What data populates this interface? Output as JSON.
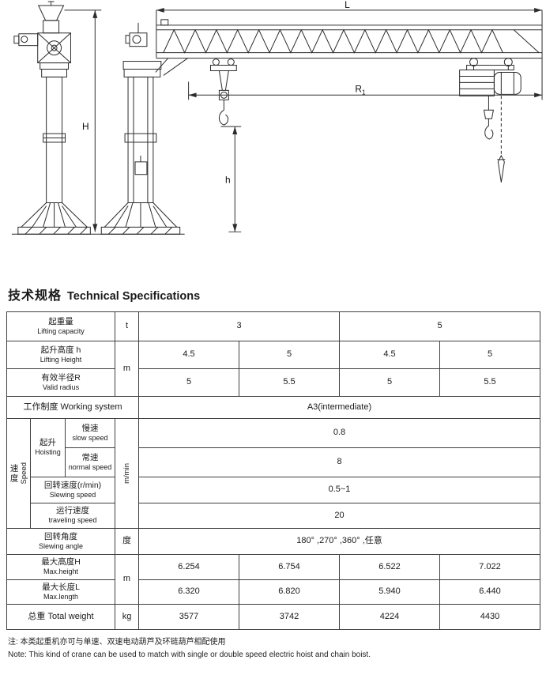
{
  "drawing": {
    "labels": {
      "length": "L",
      "height": "H",
      "hook_height": "h",
      "radius": "R",
      "radius_sub": "1"
    }
  },
  "title": {
    "zh": "技术规格",
    "en": "Technical Specifications"
  },
  "table": {
    "rows": {
      "lifting_capacity": {
        "zh": "起重量",
        "en": "Lifting capacity",
        "unit": "t",
        "values": [
          "3",
          "5"
        ]
      },
      "lifting_height": {
        "zh": "起升高度 h",
        "en": "Lifting Height",
        "unit": "m",
        "values": [
          "4.5",
          "5",
          "4.5",
          "5"
        ]
      },
      "valid_radius": {
        "zh": "有效半径R",
        "en": "Valid radius",
        "values": [
          "5",
          "5.5",
          "5",
          "5.5"
        ]
      },
      "working_system": {
        "label": "工作制度  Working system",
        "value": "A3(intermediate)"
      },
      "speed": {
        "group_zh": "速度",
        "group_en": "Speed",
        "hoisting_zh": "起升",
        "hoisting_en": "Hoisting",
        "unit": "m/min",
        "slow": {
          "zh": "慢速",
          "en": "slow speed",
          "value": "0.8"
        },
        "normal": {
          "zh": "常速",
          "en": "normal speed",
          "value": "8"
        },
        "slewing": {
          "zh": "回转速度(r/min)",
          "en": "Slewing speed",
          "value": "0.5~1"
        },
        "traveling": {
          "zh": "运行速度",
          "en": "traveling speed",
          "value": "20"
        }
      },
      "slewing_angle": {
        "zh": "回转角度",
        "en": "Slewing angle",
        "unit": "度",
        "value": "180° ,270° ,360° ,任意"
      },
      "max_height": {
        "zh": "最大高度H",
        "en": "Max.height",
        "unit": "m",
        "values": [
          "6.254",
          "6.754",
          "6.522",
          "7.022"
        ]
      },
      "max_length": {
        "zh": "最大长度L",
        "en": "Max.length",
        "values": [
          "6.320",
          "6.820",
          "5.940",
          "6.440"
        ]
      },
      "total_weight": {
        "label": "总重 Total weight",
        "unit": "kg",
        "values": [
          "3577",
          "3742",
          "4224",
          "4430"
        ]
      }
    }
  },
  "notes": {
    "zh": "注: 本类起重机亦可与单速、双速电动葫芦及环链葫芦相配使用",
    "en": "Note: This kind of crane can be used to match with single or double speed electric hoist and chain boist."
  }
}
